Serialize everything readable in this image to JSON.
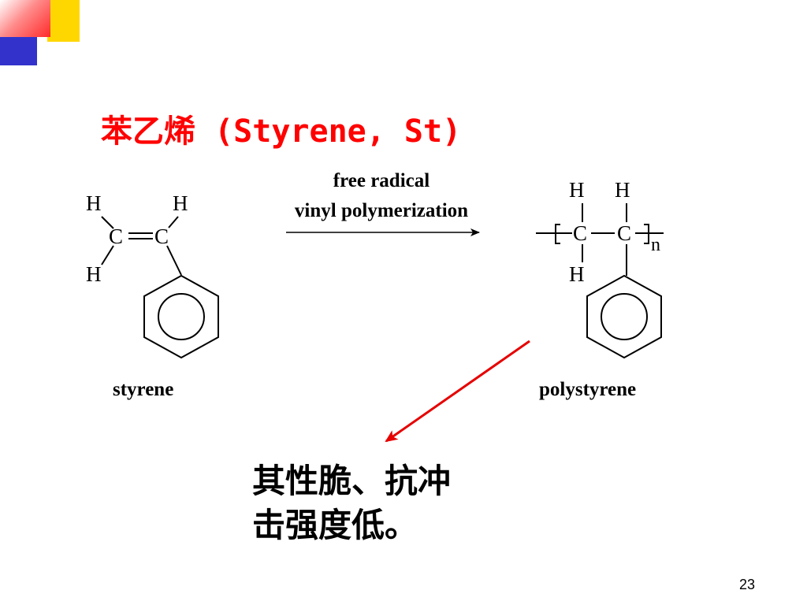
{
  "slide": {
    "title": "苯乙烯 (Styrene, St)",
    "page_number": "23"
  },
  "diagram": {
    "arrow_label_line1": "free radical",
    "arrow_label_line2": "vinyl polymerization",
    "styrene": {
      "caption": "styrene",
      "atom_h": "H",
      "atom_c": "C"
    },
    "polystyrene": {
      "caption": "polystyrene",
      "atom_h": "H",
      "atom_c": "C",
      "repeat_subscript": "n"
    }
  },
  "note": {
    "line1": "其性脆、抗冲",
    "line2": "击强度低。"
  },
  "colors": {
    "title": "#ff0000",
    "pointer_arrow": "#e60000",
    "deco_yellow": "#ffd700",
    "deco_blue": "#3333cc",
    "deco_red": "#ff2b2b"
  }
}
